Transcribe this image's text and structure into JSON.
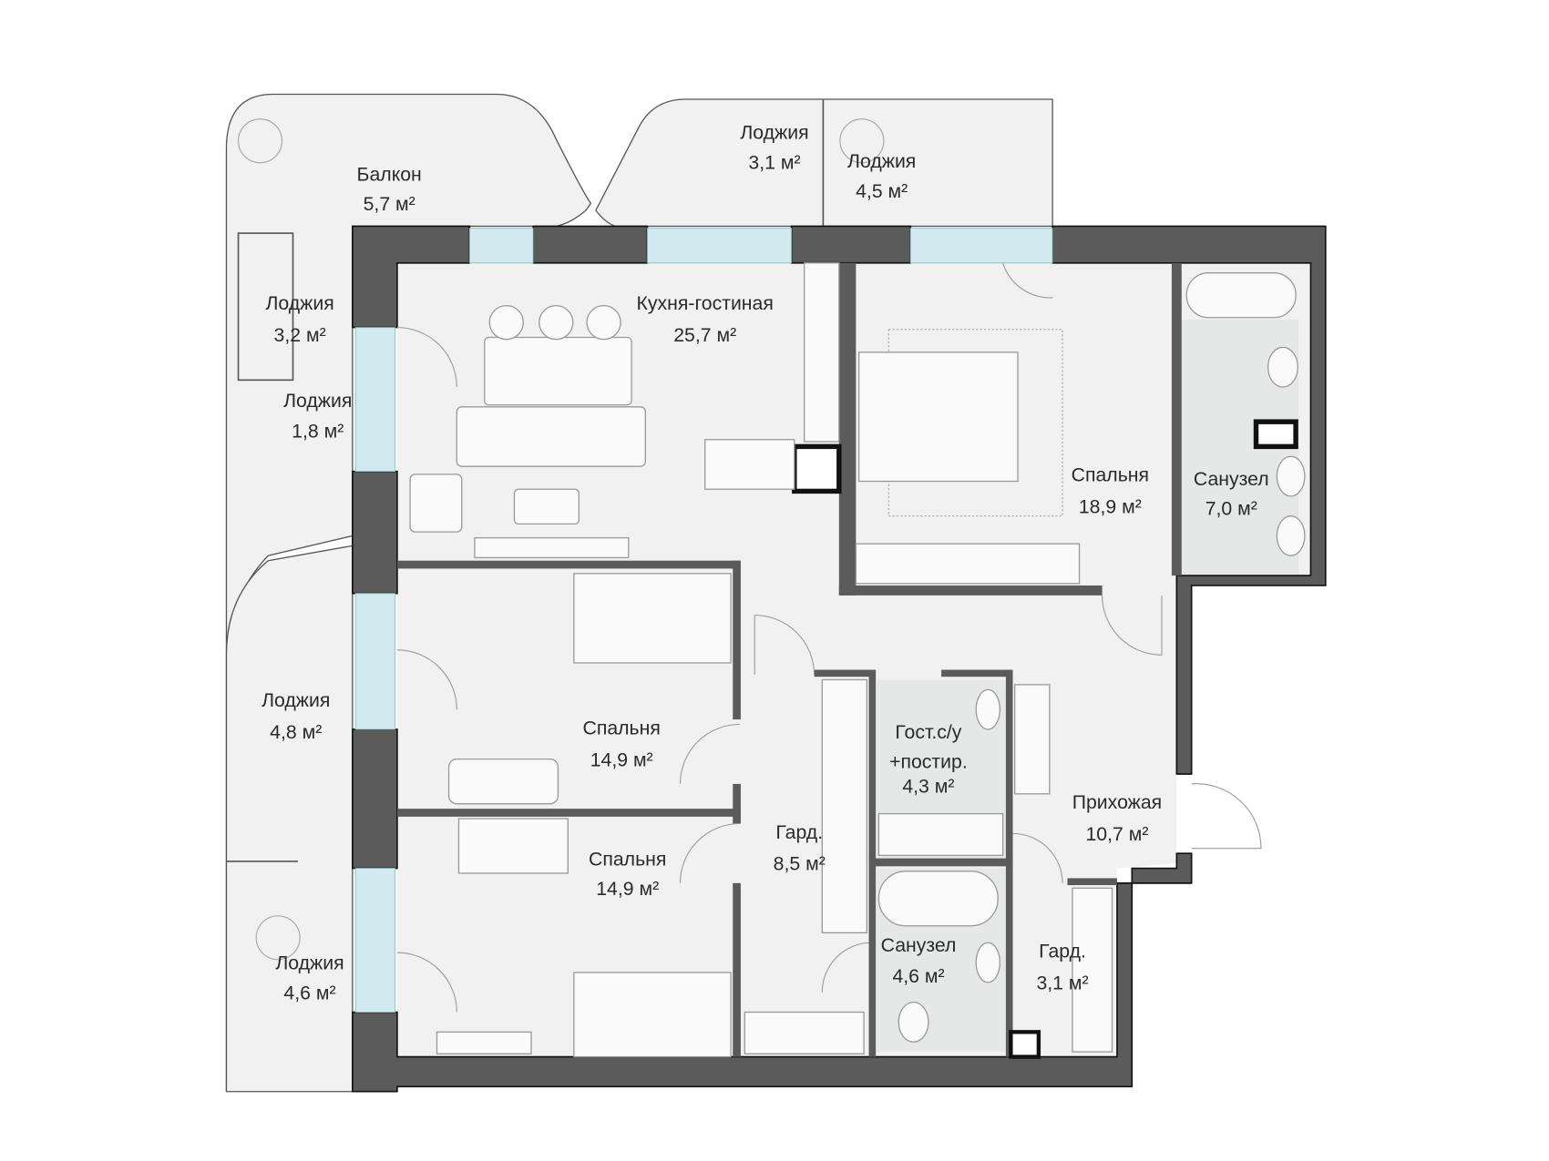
{
  "plan": {
    "rooms": [
      {
        "name": "Балкон",
        "area": "5,7 м²"
      },
      {
        "name": "Лоджия",
        "area": "3,1 м²"
      },
      {
        "name": "Лоджия",
        "area": "4,5 м²"
      },
      {
        "name": "Лоджия",
        "area": "3,2 м²"
      },
      {
        "name": "Лоджия",
        "area": "1,8 м²"
      },
      {
        "name": "Кухня-гостиная",
        "area": "25,7 м²"
      },
      {
        "name": "Спальня",
        "area": "18,9 м²"
      },
      {
        "name": "Санузел",
        "area": "7,0 м²"
      },
      {
        "name": "Спальня",
        "area": "14,9 м²"
      },
      {
        "name": "Лоджия",
        "area": "4,8 м²"
      },
      {
        "name": "Гост.с/у",
        "name2": "+постир.",
        "area": "4,3 м²"
      },
      {
        "name": "Прихожая",
        "area": "10,7 м²"
      },
      {
        "name": "Гард.",
        "area": "8,5 м²"
      },
      {
        "name": "Спальня",
        "area": "14,9 м²"
      },
      {
        "name": "Санузел",
        "area": "4,6 м²"
      },
      {
        "name": "Гард.",
        "area": "3,1 м²"
      },
      {
        "name": "Лоджия",
        "area": "4,6 м²"
      }
    ],
    "colors": {
      "wall": "#5b5b5b",
      "floor": "#f1f1f1",
      "window": "#d3e9f0"
    }
  }
}
